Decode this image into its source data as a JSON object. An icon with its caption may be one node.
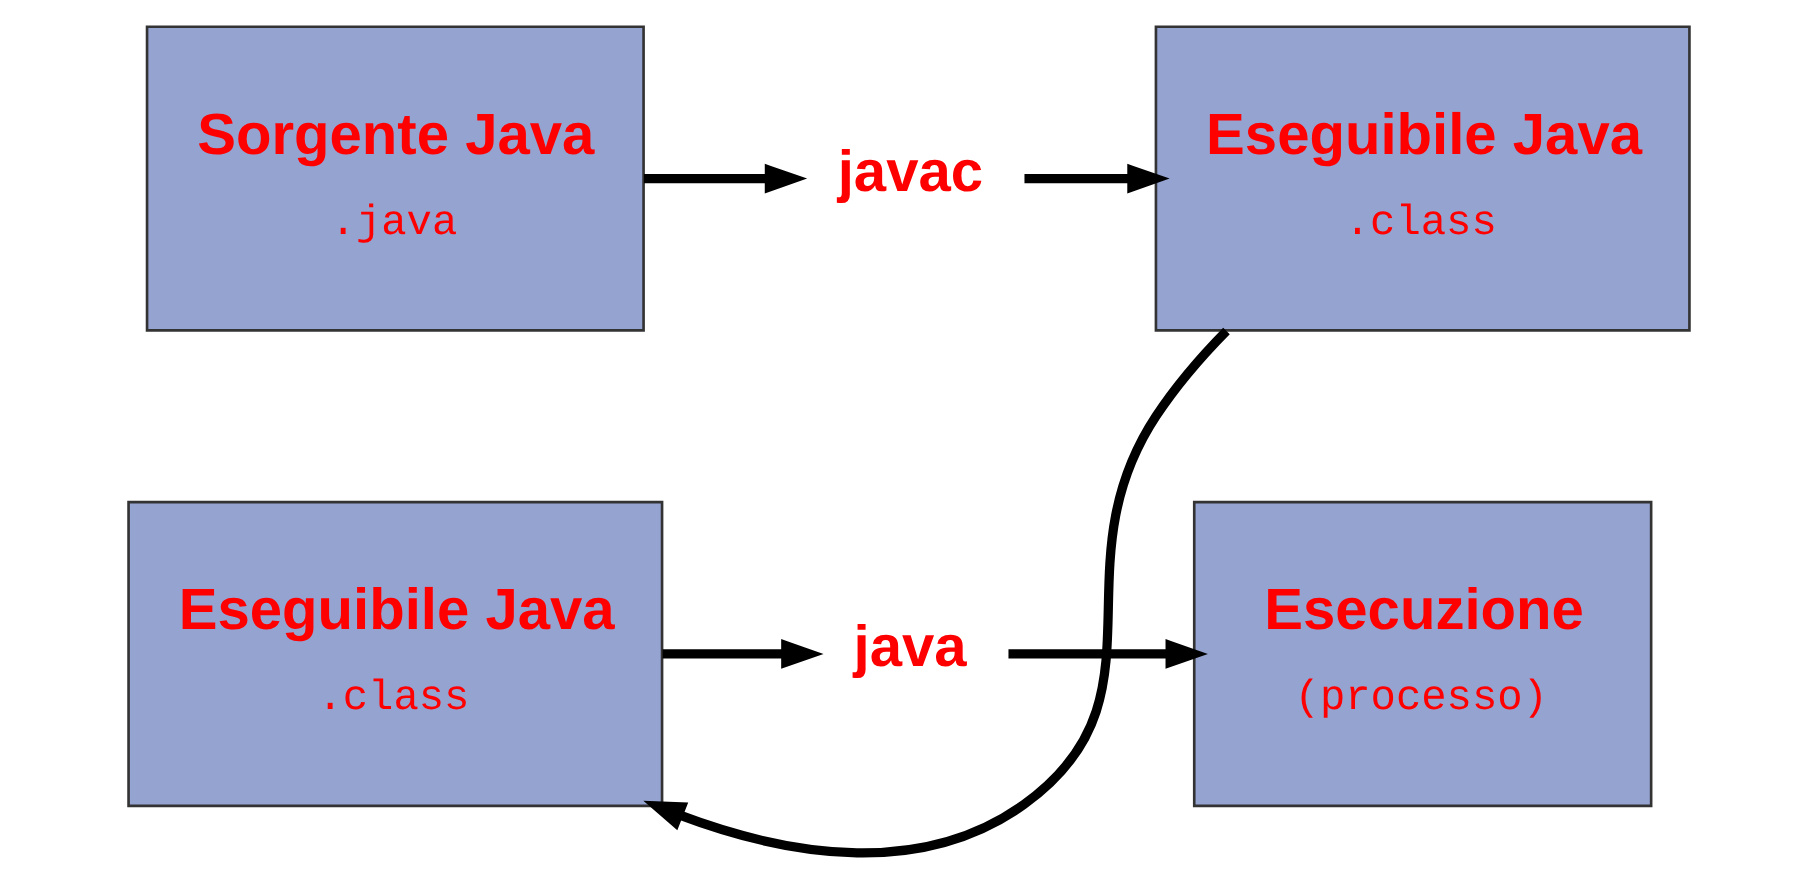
{
  "diagram": {
    "nodes": [
      {
        "text": [
          "Sorgente Java",
          ".java"
        ]
      },
      {
        "text": [
          "javac"
        ]
      },
      {
        "text": [
          "Eseguibile Java",
          ".class"
        ]
      },
      {
        "text": [
          "Eseguibile Java",
          ".class"
        ]
      },
      {
        "text": [
          "java"
        ]
      },
      {
        "text": [
          "Esecuzione",
          "(processo)"
        ]
      }
    ],
    "edges": [
      {
        "from": 0,
        "to": 1,
        "arrow": "to"
      },
      {
        "from": 1,
        "to": 2,
        "arrow": "to"
      },
      {
        "from": 2,
        "to": 3,
        "arrow": "to"
      },
      {
        "from": 3,
        "to": 4,
        "arrow": "to"
      },
      {
        "from": 4,
        "to": 5,
        "arrow": "to"
      }
    ]
  }
}
